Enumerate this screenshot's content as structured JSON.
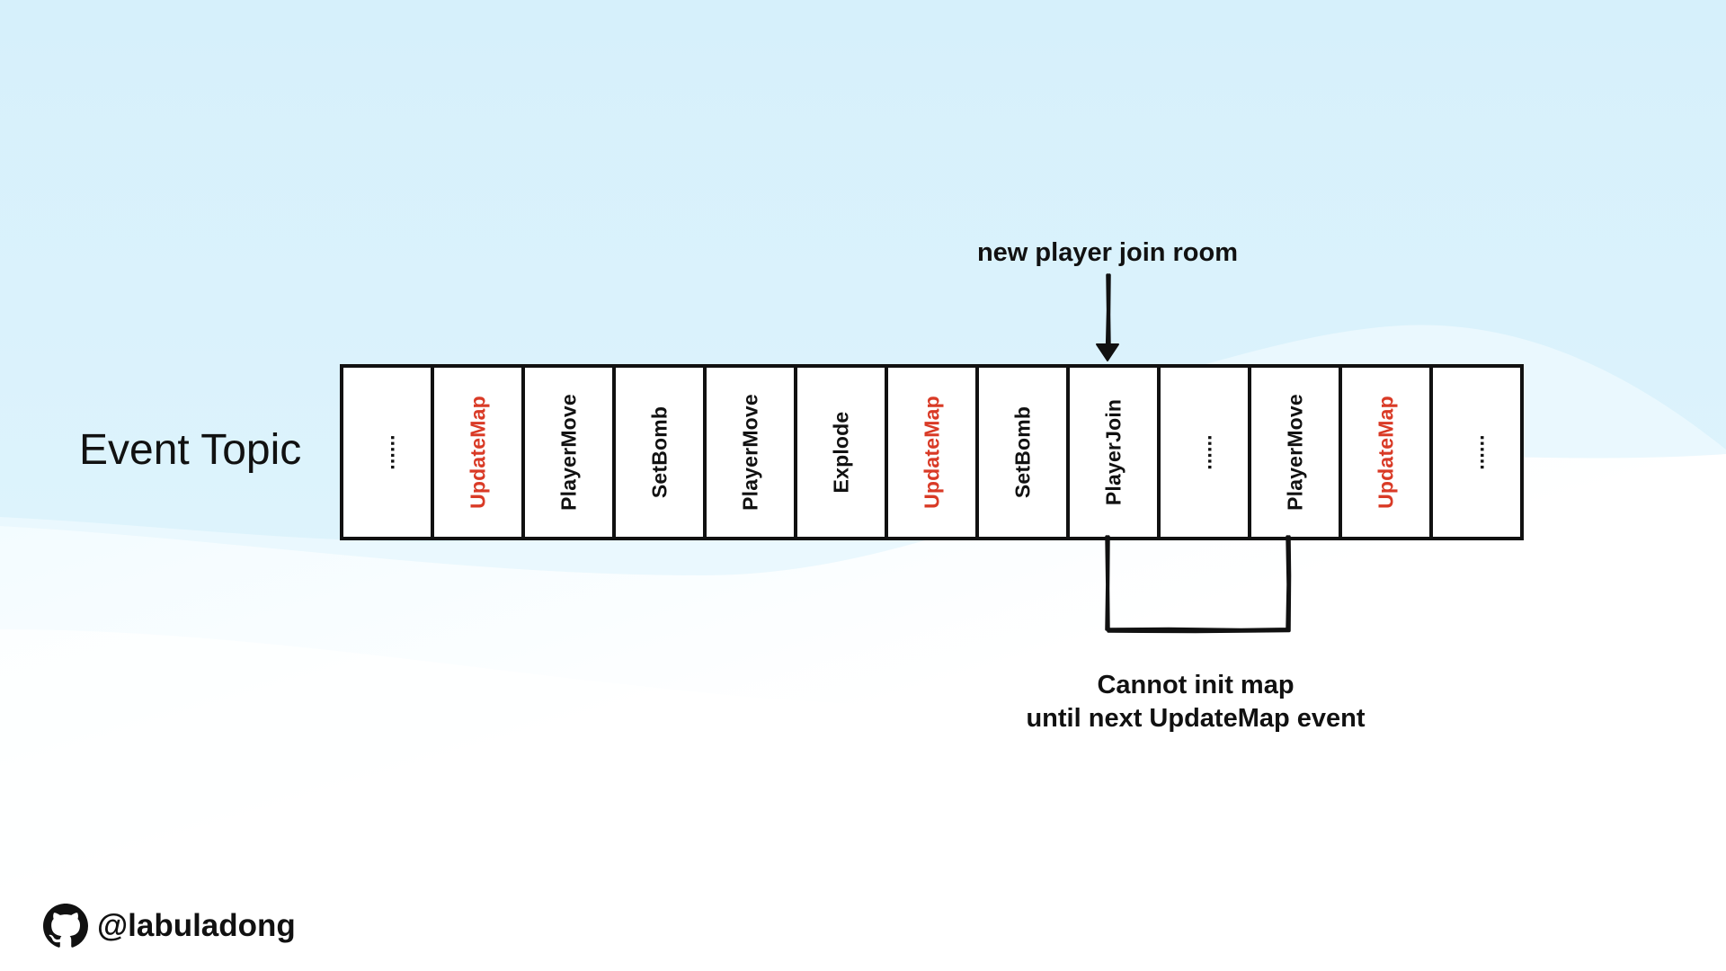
{
  "diagram": {
    "topic_label": "Event Topic",
    "cells": [
      {
        "text": "......",
        "highlight": false
      },
      {
        "text": "UpdateMap",
        "highlight": true
      },
      {
        "text": "PlayerMove",
        "highlight": false
      },
      {
        "text": "SetBomb",
        "highlight": false
      },
      {
        "text": "PlayerMove",
        "highlight": false
      },
      {
        "text": "Explode",
        "highlight": false
      },
      {
        "text": "UpdateMap",
        "highlight": true
      },
      {
        "text": "SetBomb",
        "highlight": false
      },
      {
        "text": "PlayerJoin",
        "highlight": false
      },
      {
        "text": "......",
        "highlight": false
      },
      {
        "text": "PlayerMove",
        "highlight": false
      },
      {
        "text": "UpdateMap",
        "highlight": true
      },
      {
        "text": "......",
        "highlight": false
      }
    ],
    "annotation_top": "new player join room",
    "annotation_bottom_line1": "Cannot init map",
    "annotation_bottom_line2": "until next UpdateMap event"
  },
  "footer": {
    "icon": "github-icon",
    "handle": "@labuladong"
  },
  "colors": {
    "highlight": "#d93a26",
    "text": "#111111",
    "sky": "#d7f1fb"
  }
}
